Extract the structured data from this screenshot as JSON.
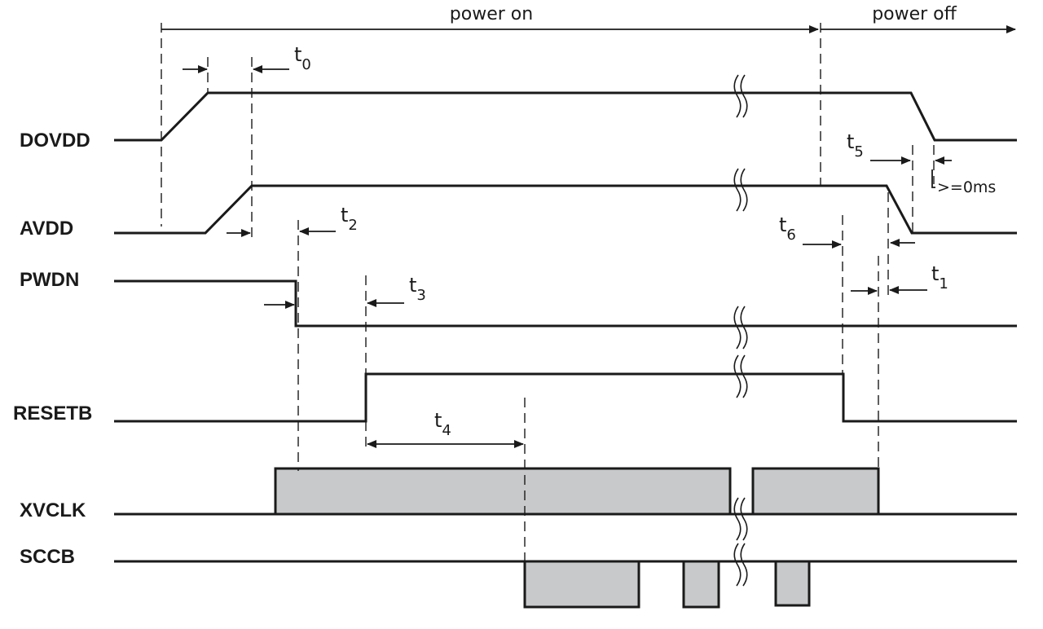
{
  "phases": {
    "power_on": "power on",
    "power_off": "power off"
  },
  "signals": {
    "dovdd": "DOVDD",
    "avdd": "AVDD",
    "pwdn": "PWDN",
    "resetb": "RESETB",
    "xvclk": "XVCLK",
    "sccb": "SCCB"
  },
  "timings": {
    "t0": {
      "base": "t",
      "sub": "0"
    },
    "t1": {
      "base": "t",
      "sub": "1"
    },
    "t2": {
      "base": "t",
      "sub": "2"
    },
    "t3": {
      "base": "t",
      "sub": "3"
    },
    "t4": {
      "base": "t",
      "sub": "4"
    },
    "t5": {
      "base": "t",
      "sub": "5"
    },
    "t6": {
      "base": "t",
      "sub": "6"
    }
  },
  "annotations": {
    "min_delay": ">=0ms"
  },
  "colors": {
    "ink": "#1a1a1a",
    "block_fill": "#c8c9cb"
  }
}
